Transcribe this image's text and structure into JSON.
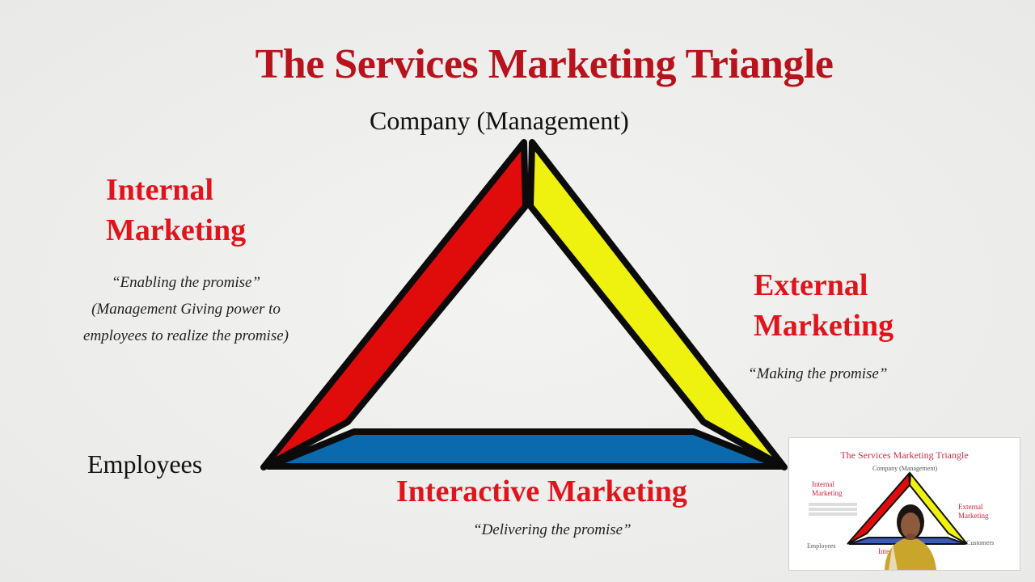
{
  "slide": {
    "title": "The Services Marketing Triangle",
    "vertices": {
      "top": "Company  (Management)",
      "left": "Employees"
    },
    "internal": {
      "line1": "Internal",
      "line2": "Marketing",
      "quote_line1": "“Enabling the promise”",
      "quote_line2": "(Management Giving power  to",
      "quote_line3": "employees to realize the  promise)"
    },
    "external": {
      "line1": "External",
      "line2": "Marketing",
      "quote": "“Making the promise”"
    },
    "interactive": {
      "heading": "Interactive Marketing",
      "quote": "“Delivering the promise”"
    },
    "colors": {
      "title": "#b8131c",
      "heading": "#e0141c",
      "left_side": "#e00c0c",
      "right_side": "#eef20e",
      "bottom_side": "#0a6aad"
    }
  },
  "pip": {
    "title": "The Services Marketing Triangle",
    "company": "Company  (Management)",
    "internal_1": "Internal",
    "internal_2": "Marketing",
    "external_1": "External",
    "external_2": "Marketing",
    "employees": "Employees",
    "customers": "Customers",
    "interactive_partial": "Inte"
  }
}
